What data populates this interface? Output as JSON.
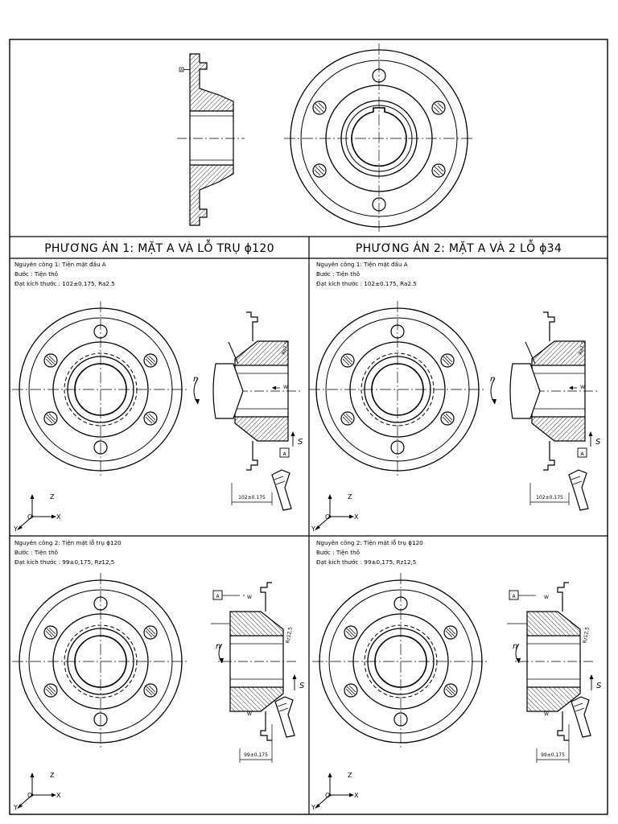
{
  "panels": {
    "left_title": "PHƯƠNG ÁN 1: MẶT A VÀ LỖ TRỤ ϕ120",
    "right_title": "PHƯƠNG ÁN 2: MẶT A VÀ 2 LỖ ϕ34"
  },
  "ops": {
    "tl": {
      "line1": "Nguyên công 1: Tiện mặt đầu A",
      "line2": "Bước : Tiện thô",
      "line3": "Đạt kích thước : 102±0.175, Ra2.5",
      "dim": "102±0.175",
      "rough": "Ra2.5",
      "datum": "A",
      "w": "W",
      "n": "n",
      "s": "S"
    },
    "tr": {
      "line1": "Nguyên công 1: Tiện mặt đầu A",
      "line2": "Bước : Tiện thô",
      "line3": "Đạt kích thước : 102±0.175, Ra2.5",
      "dim": "102±0.175",
      "rough": "Ra2.5",
      "datum": "A",
      "w": "W",
      "n": "n",
      "s": "S"
    },
    "bl": {
      "line1": "Nguyên công 2: Tiện mặt lỗ trụ ϕ120",
      "line2": "Bước : Tiện thô",
      "line3": "Đạt kích thước : 99±0,175, Rz12,5",
      "dim": "99±0,175",
      "rough": "Rz12,5",
      "datum": "A",
      "w": "W",
      "n": "n",
      "s": "S"
    },
    "br": {
      "line1": "Nguyên công 2: Tiện mặt lỗ trụ ϕ120",
      "line2": "Bước : Tiện thô",
      "line3": "Đạt kích thước : 99±0,175, Rz12,5",
      "dim": "99±0,175",
      "rough": "Rz12,5",
      "datum": "A",
      "w": "W",
      "n": "n",
      "s": "S"
    }
  },
  "axes": {
    "z": "Z",
    "x": "X",
    "y": "Y",
    "o": "O"
  },
  "top": {
    "datum": "A"
  }
}
